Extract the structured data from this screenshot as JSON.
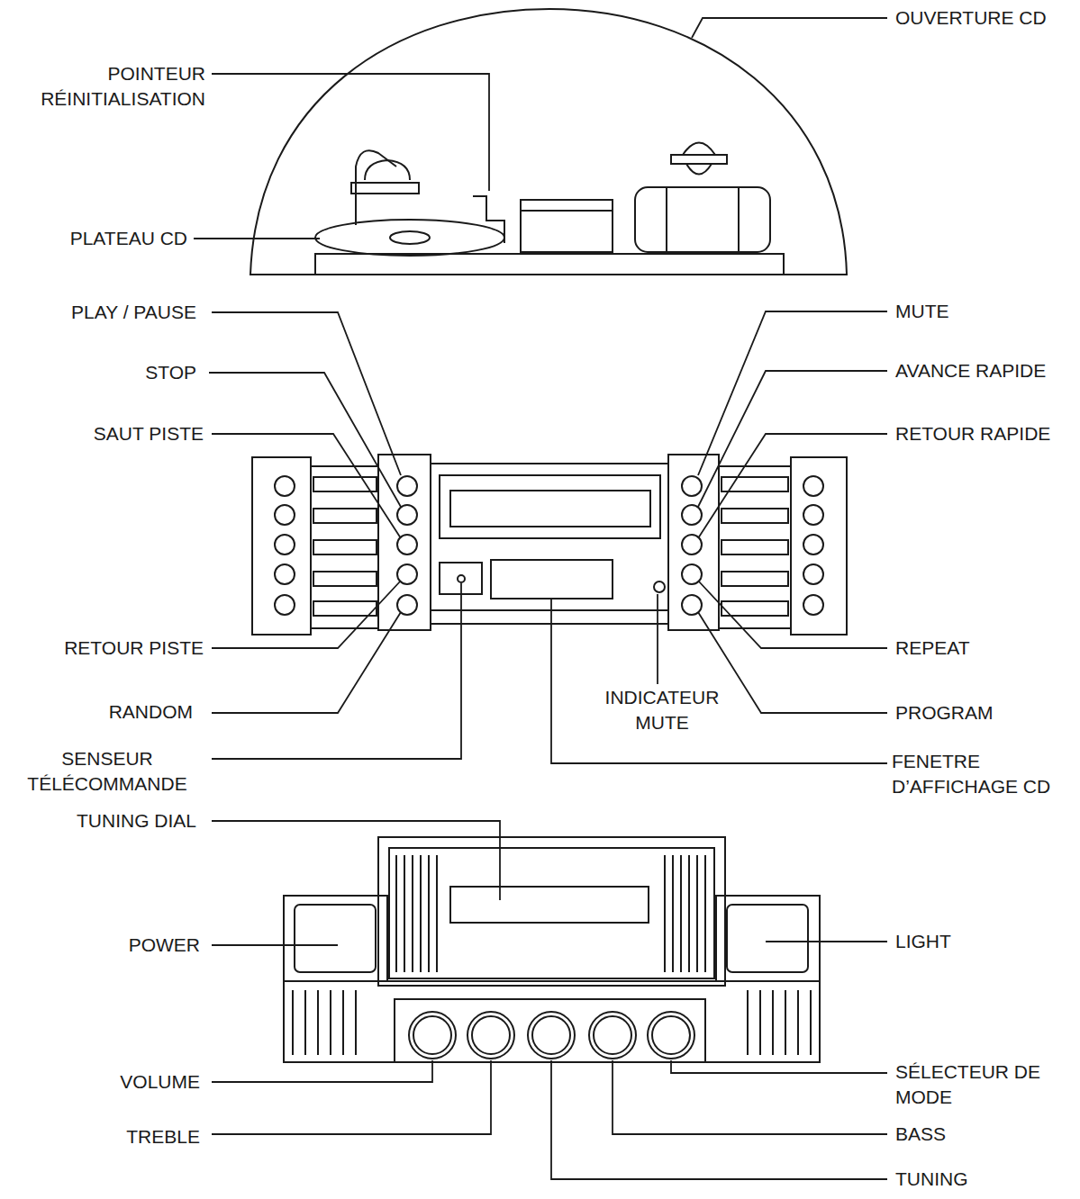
{
  "diagram": {
    "labels": [
      "OUVERTURE CD",
      "POINTEUR RÉINITIALISATION",
      "PLATEAU CD",
      "PLAY / PAUSE",
      "MUTE",
      "STOP",
      "AVANCE RAPIDE",
      "SAUT PISTE",
      "RETOUR RAPIDE",
      "RETOUR PISTE",
      "REPEAT",
      "INDICATEUR MUTE",
      "RANDOM",
      "PROGRAM",
      "SENSEUR TÉLÉCOMMANDE",
      "FENETRE D’AFFICHAGE CD",
      "TUNING DIAL",
      "POWER",
      "LIGHT",
      "VOLUME",
      "SÉLECTEUR DE MODE",
      "TREBLE",
      "BASS",
      "TUNING"
    ]
  }
}
